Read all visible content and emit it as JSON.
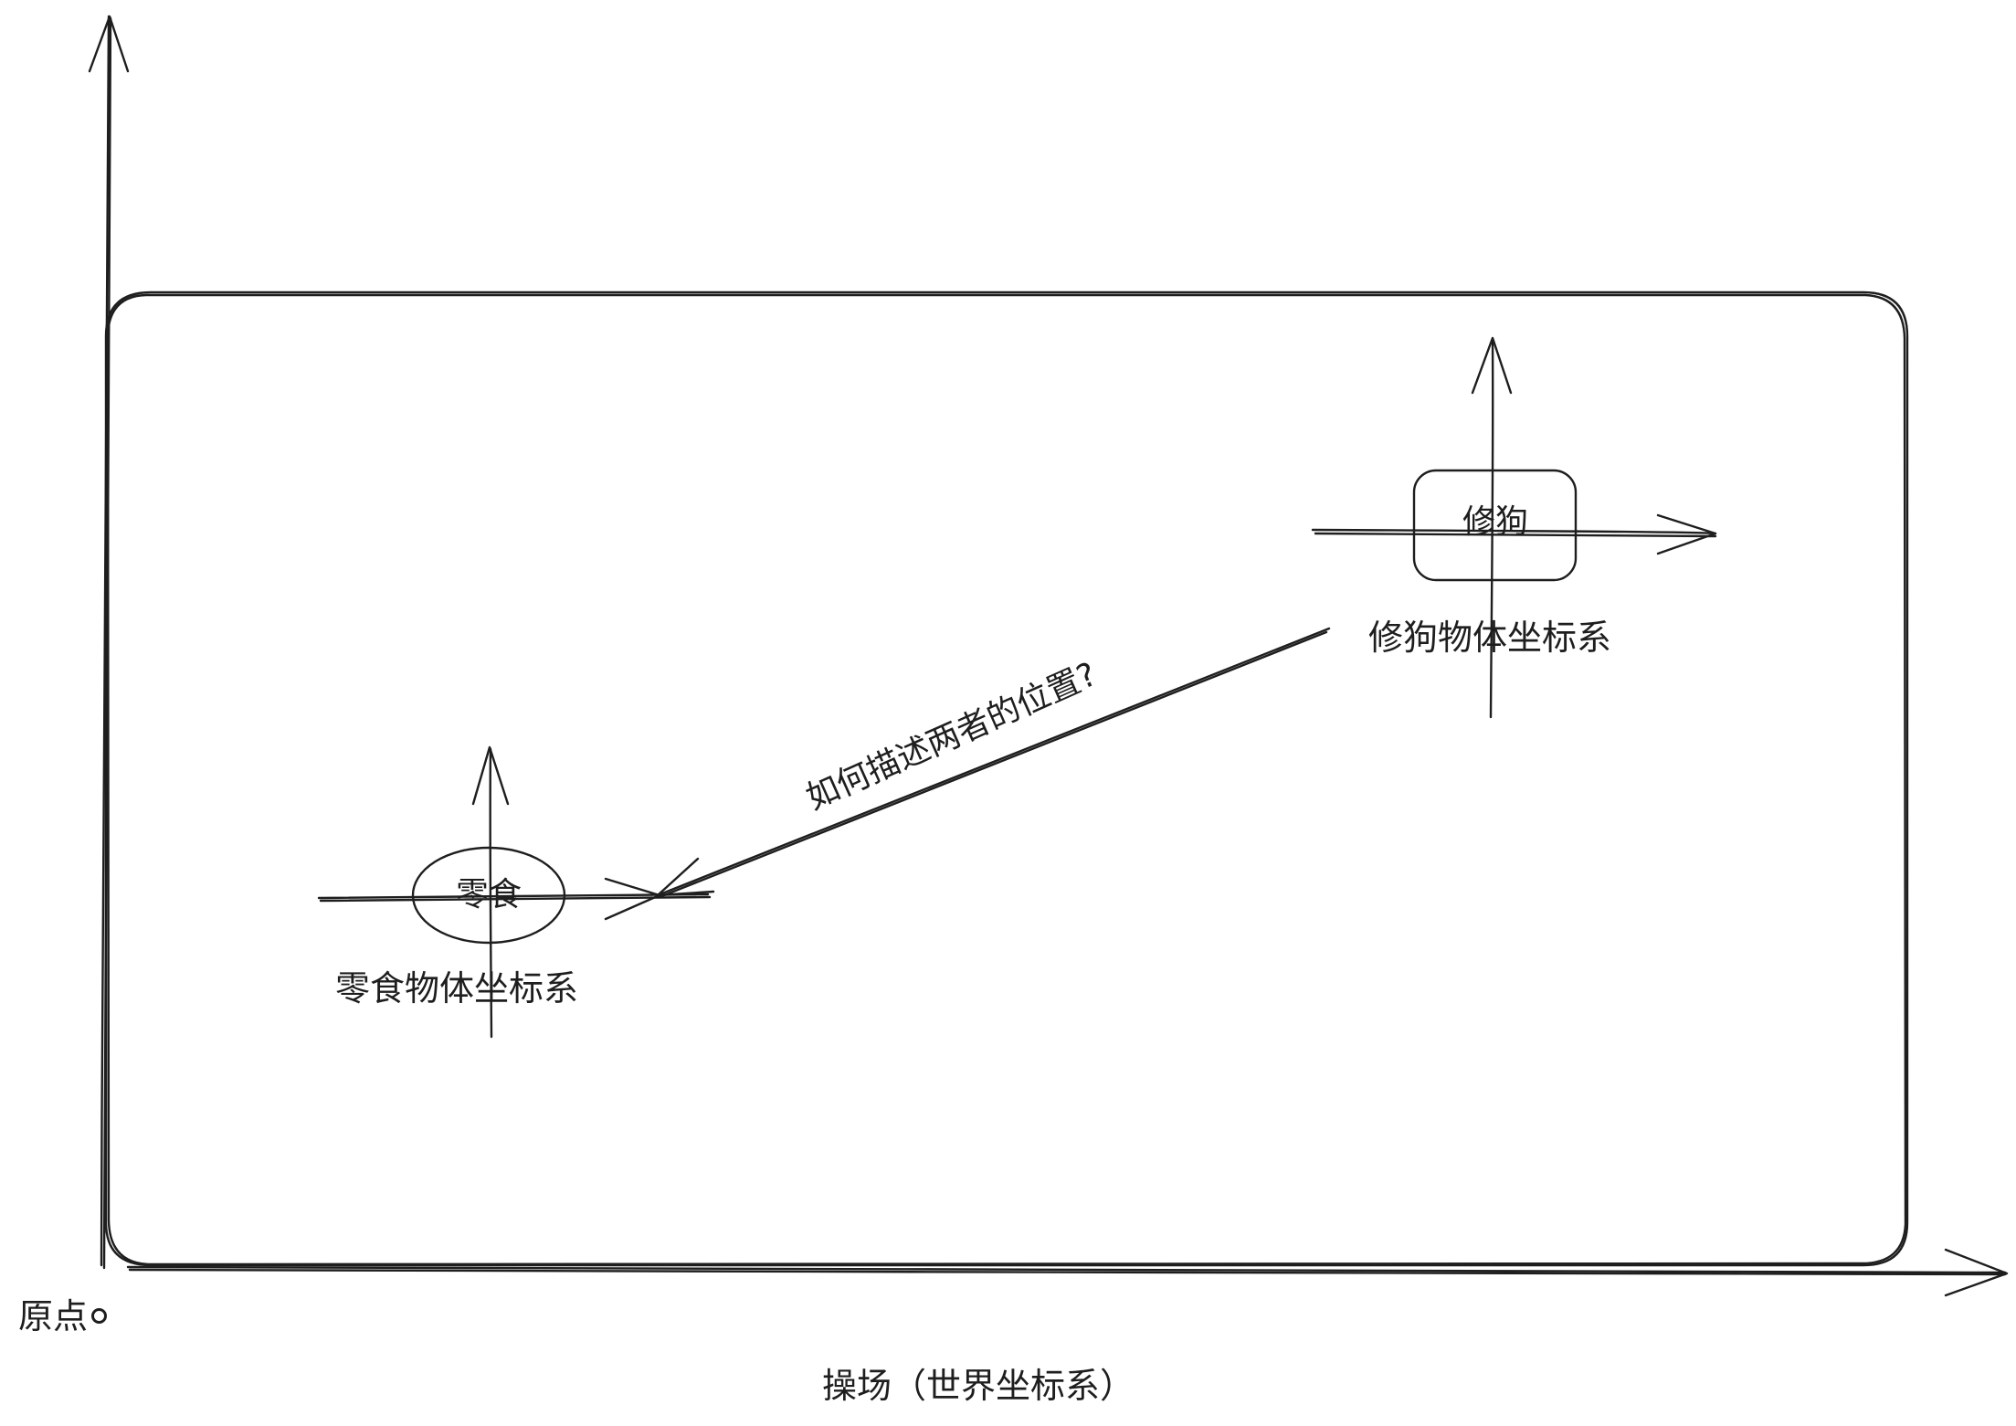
{
  "world": {
    "origin_label": "原点",
    "caption": "操场（世界坐标系）"
  },
  "objects": {
    "snack": {
      "label": "零食",
      "frame_label": "零食物体坐标系"
    },
    "dog": {
      "label": "修狗",
      "frame_label": "修狗物体坐标系"
    }
  },
  "question": {
    "text": "如何描述两者的位置?"
  },
  "colors": {
    "stroke": "#1e1e1e",
    "background": "#ffffff"
  }
}
